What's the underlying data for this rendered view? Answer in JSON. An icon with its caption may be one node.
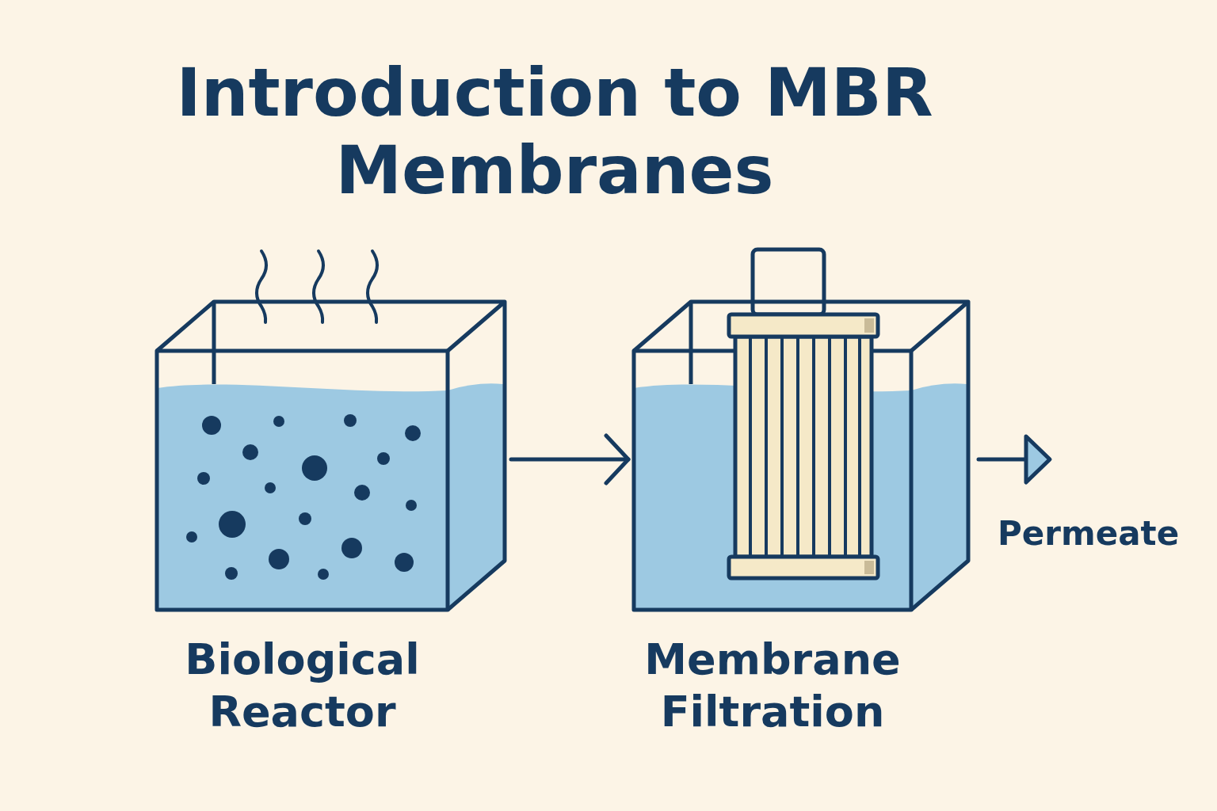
{
  "diagram": {
    "title": "Introduction to MBR Membranes",
    "nodes": [
      {
        "text": [
          "Biological Reactor"
        ]
      },
      {
        "text": [
          "Membrane Filtration"
        ]
      }
    ],
    "edges": [
      {
        "from": 0,
        "to": 1,
        "arrow": "to"
      },
      {
        "from": 1,
        "to": null,
        "arrow": "to",
        "label": "Permeate"
      }
    ]
  }
}
